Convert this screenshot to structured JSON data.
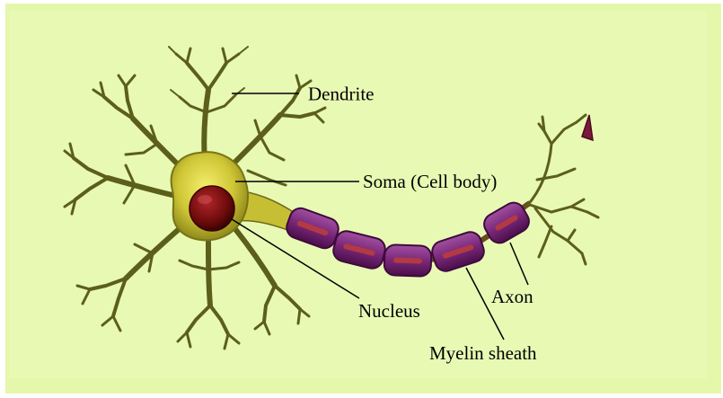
{
  "diagram": {
    "labels": {
      "dendrite": "Dendrite",
      "soma": "Soma (Cell body)",
      "nucleus": "Nucleus",
      "axon": "Axon",
      "myelin": "Myelin sheath"
    },
    "colors": {
      "background": "#e6f8ae",
      "soma": "#c9c234",
      "dendrite": "#5b5f1a",
      "nucleus": "#7a0f0f",
      "myelin": "#7c2a78",
      "myelin_core": "#b33a43",
      "leader_line": "#000000"
    }
  }
}
